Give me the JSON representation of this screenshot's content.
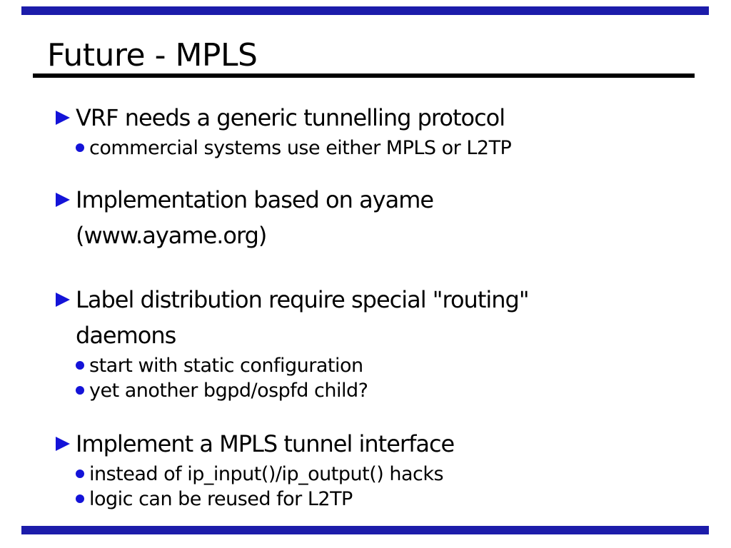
{
  "slide": {
    "title": "Future - MPLS",
    "colors": {
      "bar_blue": "#1c1caa",
      "bullet_blue": "#1413d8",
      "text_black": "#000000"
    },
    "bullets": [
      {
        "lines": [
          "VRF needs a generic tunnelling protocol"
        ],
        "subs": [
          "commercial systems use either MPLS or L2TP"
        ]
      },
      {
        "lines": [
          "Implementation based on ayame",
          "(www.ayame.org)"
        ],
        "subs": []
      },
      {
        "lines": [
          "Label distribution require special \"routing\"",
          "daemons"
        ],
        "subs": [
          "start with static configuration",
          "yet another bgpd/ospfd child?"
        ]
      },
      {
        "lines": [
          "Implement a MPLS tunnel interface"
        ],
        "subs": [
          "instead of ip_input()/ip_output() hacks",
          "logic can be reused for L2TP"
        ]
      }
    ]
  }
}
